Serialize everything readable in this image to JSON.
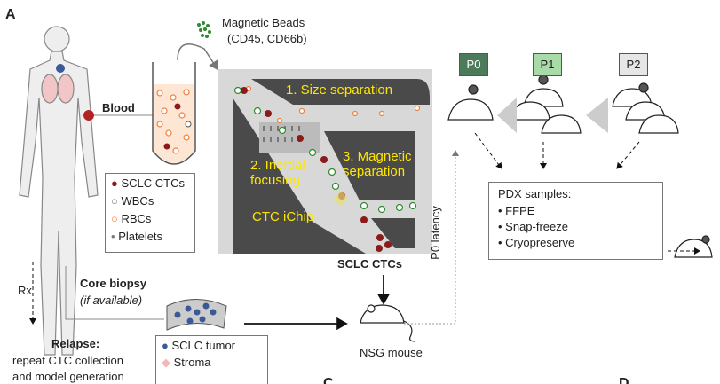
{
  "panel_label": "A",
  "next_panels": [
    "C",
    "D"
  ],
  "beads": {
    "title": "Magnetic Beads",
    "markers": "(CD45, CD66b)"
  },
  "blood_label": "Blood",
  "cell_legend": [
    {
      "label": "SCLC CTCs",
      "color": "#8b1a1a"
    },
    {
      "label": "WBCs",
      "color": "#ffffff"
    },
    {
      "label": "RBCs",
      "color": "#f0a060"
    },
    {
      "label": "Platelets",
      "color": "#777777"
    }
  ],
  "chip": {
    "name": "CTC iChip",
    "steps": [
      "1. Size separation",
      "2. Inertial focusing",
      "3. Magnetic separation"
    ],
    "step_color": "#ffe600",
    "output_label": "SCLC CTCs"
  },
  "mouse_label": "NSG mouse",
  "latency_label": "P0 latency",
  "passages": [
    {
      "label": "P0",
      "color": "#4b7b5b"
    },
    {
      "label": "P1",
      "color": "#a8dba8"
    },
    {
      "label": "P2",
      "color": "#e6e6e6"
    }
  ],
  "pdx": {
    "title": "PDX samples:",
    "items": [
      "FFPE",
      "Snap-freeze",
      "Cryopreserve"
    ]
  },
  "rx_label": "Rx",
  "biopsy": {
    "title": "Core biopsy",
    "note": "(if available)"
  },
  "tissue_legend": [
    {
      "label": "SCLC tumor",
      "color": "#3b5998"
    },
    {
      "label": "Stroma",
      "color": "#f4b6b6"
    }
  ],
  "relapse": {
    "title": "Relapse:",
    "lines": [
      "repeat CTC collection",
      "and model generation"
    ]
  }
}
